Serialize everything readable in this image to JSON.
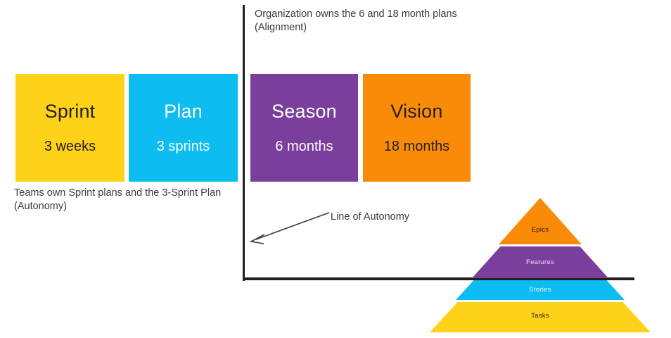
{
  "diagram": {
    "title": "Planning cadence and autonomy diagram",
    "colors": {
      "yellow": "#FFD21A",
      "blue": "#0DBCF0",
      "purple": "#7A3E9D",
      "orange": "#F98B08",
      "line": "#231F20",
      "caption_text": "#3b3b3b"
    }
  },
  "cadence_boxes": [
    {
      "name": "sprint",
      "title": "Sprint",
      "subtitle": "3 weeks",
      "fill": "#FFD21A",
      "text_color": "#231F20",
      "side": "team"
    },
    {
      "name": "plan",
      "title": "Plan",
      "subtitle": "3 sprints",
      "fill": "#0DBCF0",
      "text_color": "#ffffff",
      "side": "team"
    },
    {
      "name": "season",
      "title": "Season",
      "subtitle": "6 months",
      "fill": "#7A3E9D",
      "text_color": "#ffffff",
      "side": "organization"
    },
    {
      "name": "vision",
      "title": "Vision",
      "subtitle": "18 months",
      "fill": "#F98B08",
      "text_color": "#231F20",
      "side": "organization"
    }
  ],
  "captions": {
    "autonomy": "Teams own Sprint plans and the 3-Sprint Plan\n(Autonomy)",
    "alignment": "Organization owns the 6 and 18 month plans\n(Alignment)"
  },
  "annotations": {
    "line_of_autonomy": "Line of Autonomy"
  },
  "pyramid": {
    "name": "work-item-hierarchy-pyramid",
    "levels": [
      {
        "label": "Epics",
        "fill": "#F98B08",
        "text_color": "#231F20"
      },
      {
        "label": "Features",
        "fill": "#7A3E9D",
        "text_color": "#e9dff2"
      },
      {
        "label": "Stories",
        "fill": "#0DBCF0",
        "text_color": "#eaf9ff"
      },
      {
        "label": "Tasks",
        "fill": "#FFD21A",
        "text_color": "#231F20"
      }
    ]
  }
}
